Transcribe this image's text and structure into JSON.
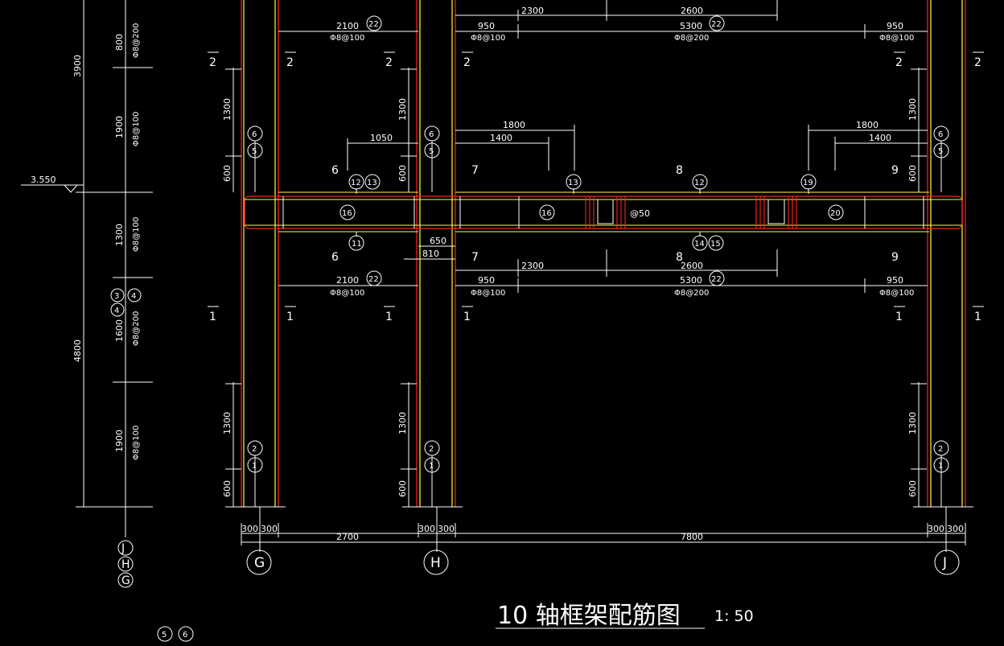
{
  "drawing": {
    "title": "10 轴框架配筋图",
    "scale": "1: 50",
    "level_mark": "3.550"
  },
  "left_elevation": {
    "dims": [
      "3900",
      "4800"
    ],
    "segments": [
      {
        "len": "800",
        "rebar": "Φ8@200"
      },
      {
        "len": "1900",
        "rebar": "Φ8@100"
      },
      {
        "len": "1300",
        "rebar": "Φ8@100"
      },
      {
        "len": "1600",
        "rebar": "Φ8@200",
        "tags": [
          "3",
          "4",
          "4"
        ]
      },
      {
        "len": "1900",
        "rebar": "Φ8@100"
      }
    ],
    "axis_stack": [
      "J",
      "H",
      "G"
    ],
    "bottom_tags": [
      "5",
      "6"
    ]
  },
  "axes": {
    "names": [
      "G",
      "H",
      "J"
    ],
    "spans": [
      "2700",
      "7800"
    ],
    "col_halves": [
      "300",
      "300",
      "300",
      "300",
      "300",
      "300"
    ]
  },
  "section_marks": {
    "upper": "2",
    "lower": "1"
  },
  "column_dims": {
    "lower": "1300",
    "upper": "600"
  },
  "rebar_tags": {
    "top": [
      "6",
      "5"
    ],
    "bottom": [
      "2",
      "1"
    ],
    "beam_top_left": [
      "12",
      "13"
    ],
    "beam_mid_top": [
      "13",
      "12",
      "19"
    ],
    "beam_inner": [
      "16",
      "16",
      "20"
    ],
    "beam_bot_left": [
      "11"
    ],
    "beam_bot_mid": [
      "14",
      "15"
    ],
    "stirrup": [
      "22"
    ]
  },
  "beam_dims": {
    "left_span": "2100",
    "left_rebar": "Φ8@100",
    "end_len": "950",
    "end_rebar": "Φ8@100",
    "mid_len": "5300",
    "mid_rebar": "Φ8@200",
    "top_bar_a": "2300",
    "top_bar_b": "2600",
    "joint_a": "650",
    "joint_b": "810",
    "cut_1050": "1050",
    "cut_1800": "1800",
    "cut_1400": "1400",
    "spacing": "@50",
    "bar_marks": [
      "6",
      "7",
      "8",
      "9"
    ]
  }
}
